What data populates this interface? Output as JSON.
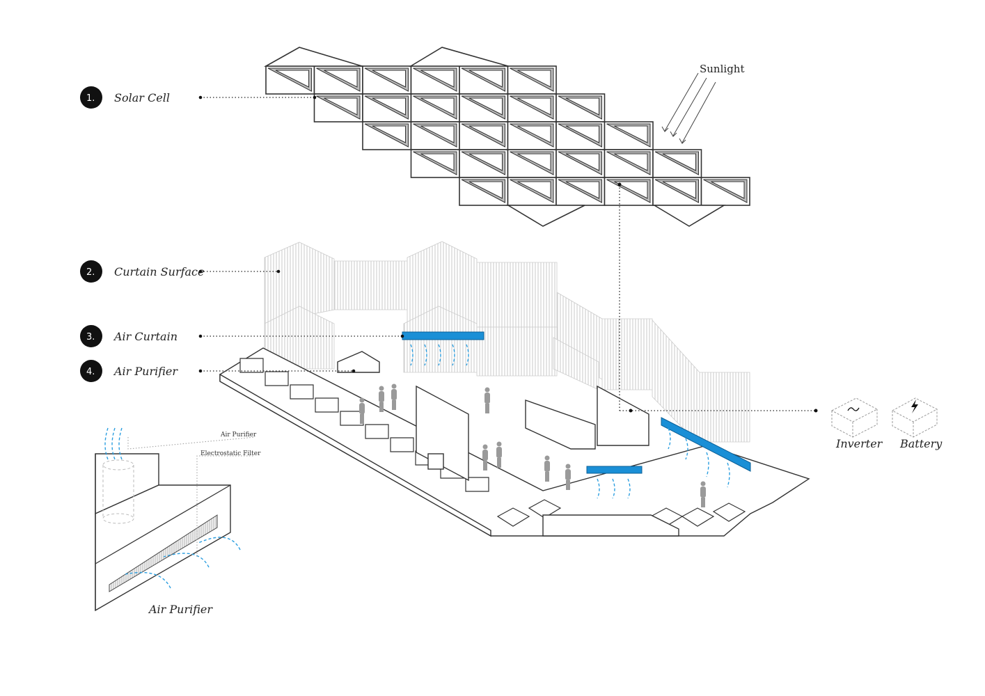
{
  "legend": [
    {
      "number": "1.",
      "label": "Solar Cell"
    },
    {
      "number": "2.",
      "label": "Curtain Surface"
    },
    {
      "number": "3.",
      "label": "Air Curtain"
    },
    {
      "number": "4.",
      "label": "Air Purifier"
    }
  ],
  "sunlight_label": "Sunlight",
  "equipment": {
    "inverter": {
      "label": "Inverter",
      "icon": "tilde-icon"
    },
    "battery": {
      "label": "Battery",
      "icon": "lightning-icon"
    }
  },
  "inset": {
    "title": "Air Purifier",
    "callout_purifier": "Air Purifier",
    "callout_filter": "Electrostatic Filter"
  },
  "colors": {
    "accent_blue": "#1a8fd6",
    "marker": "#111111"
  }
}
